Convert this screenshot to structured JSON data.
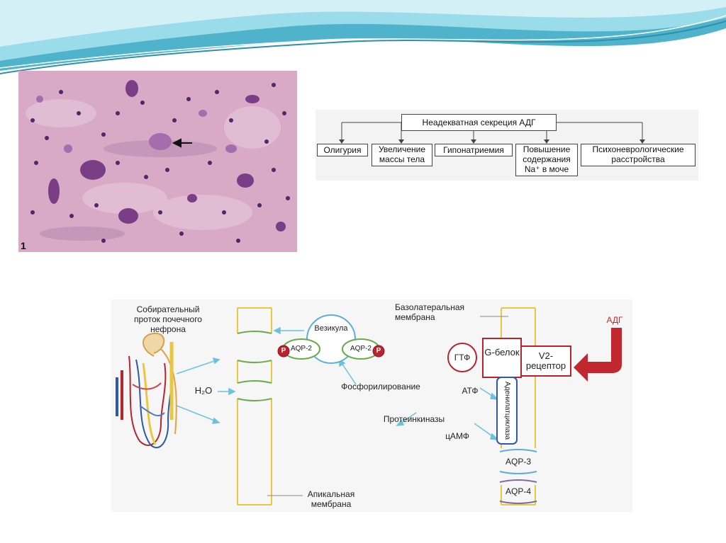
{
  "histology": {
    "panel_number": "1"
  },
  "flowchart": {
    "root": "Неадекватная секреция АДГ",
    "effects": [
      "Олигурия",
      "Увеличение массы тела",
      "Гипонатриемия",
      "Повышение содержания Na⁺ в моче",
      "Психоневрологические расстройства"
    ]
  },
  "mechanism": {
    "collecting_duct_label": "Собирательный проток почечного нефрона",
    "water_label": "H₂O",
    "vesicle_label": "Везикула",
    "aqp2_left": "AQP-2",
    "aqp2_right": "AQP-2",
    "phospho_symbol_left": "P",
    "phospho_symbol_right": "P",
    "phosphorylation_label": "Фосфорилирование",
    "protein_kinases_label": "Протеинкиназы",
    "basolateral_label": "Базолатеральная мембрана",
    "adh_label": "АДГ",
    "gtf_label": "ГТФ",
    "g_protein_label": "G-белок",
    "v2_receptor_label": "V2-рецептор",
    "atf_label": "АТФ",
    "adenylate_cyclase_label": "Аденилатциклаза",
    "camp_label": "цАМФ",
    "aqp3_label": "AQP-3",
    "aqp4_label": "AQP-4",
    "apical_label": "Апикальная мембрана",
    "colors": {
      "membrane": "#e8c840",
      "aqp_green": "#6aaa4a",
      "arrow_blue": "#6cc2dc",
      "receptor_red": "#b8232e",
      "vesicle_blue": "#5aaedc"
    }
  }
}
